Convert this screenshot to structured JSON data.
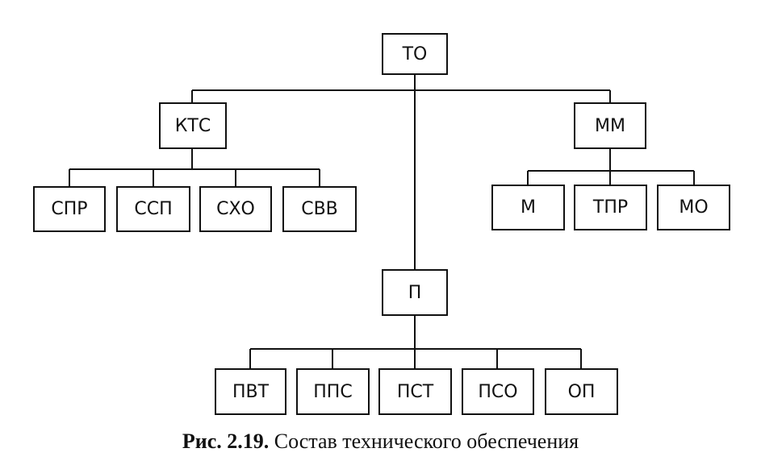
{
  "diagram": {
    "nodes": {
      "to": "ТО",
      "kts": "КТС",
      "mm": "ММ",
      "p": "П",
      "spr": "СПР",
      "ssp": "ССП",
      "skho": "СХО",
      "svv": "СВВ",
      "m": "М",
      "tpr": "ТПР",
      "mo": "МО",
      "pvt": "ПВТ",
      "pps": "ППС",
      "pst": "ПСТ",
      "pso": "ПСО",
      "op": "ОП"
    },
    "edges": [
      [
        "to",
        "kts"
      ],
      [
        "to",
        "mm"
      ],
      [
        "to",
        "p"
      ],
      [
        "kts",
        "spr"
      ],
      [
        "kts",
        "ssp"
      ],
      [
        "kts",
        "skho"
      ],
      [
        "kts",
        "svv"
      ],
      [
        "mm",
        "m"
      ],
      [
        "mm",
        "tpr"
      ],
      [
        "mm",
        "mo"
      ],
      [
        "p",
        "pvt"
      ],
      [
        "p",
        "pps"
      ],
      [
        "p",
        "pst"
      ],
      [
        "p",
        "pso"
      ],
      [
        "p",
        "op"
      ]
    ]
  },
  "caption": {
    "label": "Рис. 2.19.",
    "text": "Состав технического обеспечения"
  },
  "colors": {
    "line": "#111111",
    "background": "#ffffff"
  }
}
